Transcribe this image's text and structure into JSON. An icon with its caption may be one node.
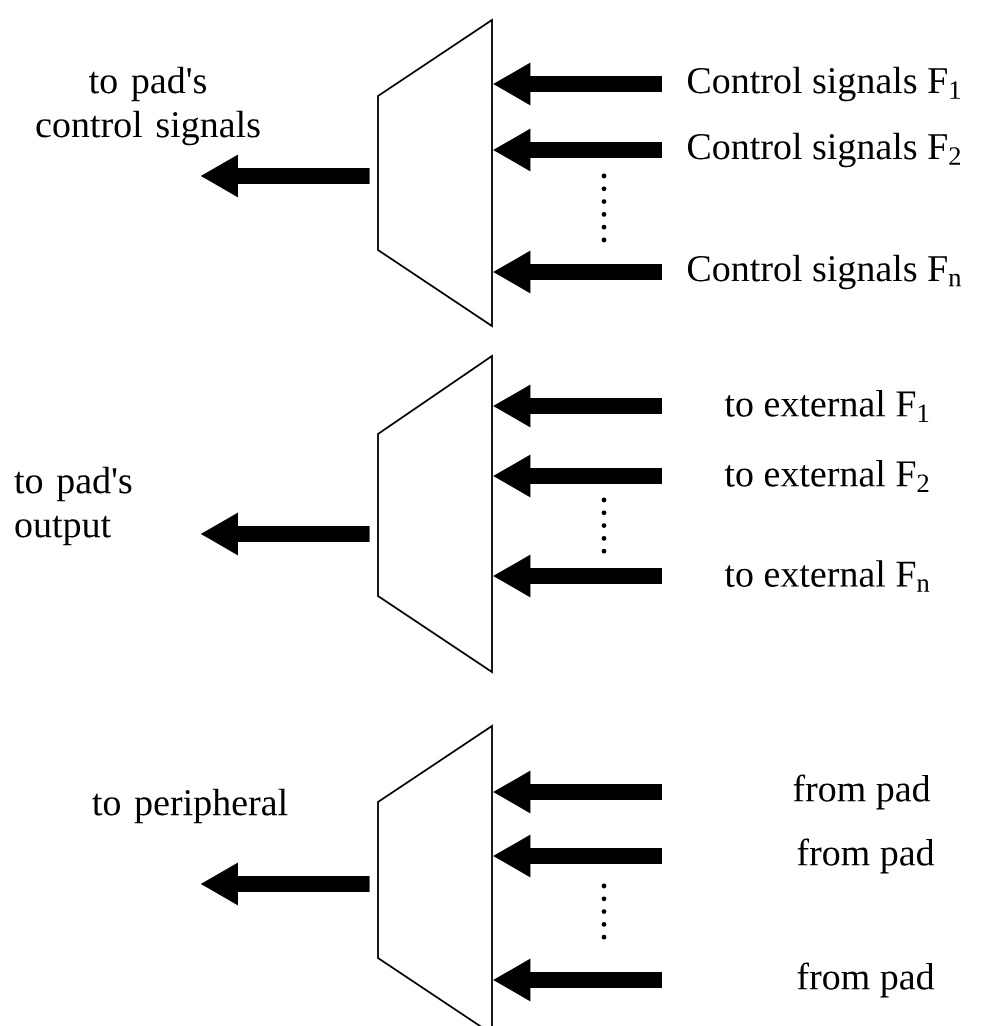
{
  "diagram": {
    "nodes": [
      {
        "text": [
          "to pad's control signals"
        ]
      },
      {
        "text": [],
        "shape": "trapezoid"
      },
      {
        "text": [
          "Control signals F$_{1}$"
        ]
      },
      {
        "text": [
          "Control signals F$_{2}$"
        ]
      },
      {
        "text": [
          "Control signals F$_{n}$"
        ]
      },
      {
        "text": [
          "to pad's output"
        ]
      },
      {
        "text": [],
        "shape": "trapezoid"
      },
      {
        "text": [
          "to external F$_{1}$"
        ]
      },
      {
        "text": [
          "to external F$_{2}$"
        ]
      },
      {
        "text": [
          "to external F$_{n}$"
        ]
      },
      {
        "text": [
          "to peripheral"
        ]
      },
      {
        "text": [],
        "shape": "trapezoid"
      },
      {
        "text": [
          "from pad"
        ]
      },
      {
        "text": [
          "from pad"
        ]
      },
      {
        "text": [
          "from pad"
        ]
      }
    ],
    "edges": [
      {
        "from": 1,
        "to": 0,
        "arrow": "to"
      },
      {
        "from": 2,
        "to": 1,
        "arrow": "to"
      },
      {
        "from": 3,
        "to": 1,
        "arrow": "to"
      },
      {
        "from": 4,
        "to": 1,
        "arrow": "to"
      },
      {
        "from": 6,
        "to": 5,
        "arrow": "to"
      },
      {
        "from": 7,
        "to": 6,
        "arrow": "to"
      },
      {
        "from": 8,
        "to": 6,
        "arrow": "to"
      },
      {
        "from": 9,
        "to": 6,
        "arrow": "to"
      },
      {
        "from": 11,
        "to": 10,
        "arrow": "to"
      },
      {
        "from": 12,
        "to": 11,
        "arrow": "to"
      },
      {
        "from": 13,
        "to": 11,
        "arrow": "to"
      },
      {
        "from": 14,
        "to": 11,
        "arrow": "to"
      }
    ]
  }
}
